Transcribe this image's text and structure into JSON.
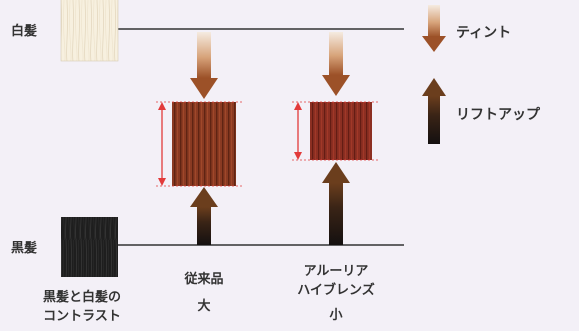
{
  "labels": {
    "white_hair": "白髪",
    "black_hair": "黒髪",
    "contrast_line1": "黒髪と白髪の",
    "contrast_line2": "コントラスト",
    "conventional": "従来品",
    "conventional_size": "大",
    "product_line1": "アルーリア",
    "product_line2": "ハイブレンズ",
    "product_size": "小",
    "tint": "ティント",
    "lift_up": "リフトアップ"
  },
  "colors": {
    "background": "#f3f0f7",
    "tint_arrow_top": "#f2e2d2",
    "tint_arrow_bottom": "#a0552c",
    "lift_arrow_top": "#5a3418",
    "lift_arrow_bottom": "#18110c",
    "conventional_swatch": "#8a3a22",
    "product_swatch": "#8a2e22",
    "measure_red": "#e23a3a",
    "white_hair_swatch": "#f6eedb",
    "black_hair_swatch": "#1c1c1c"
  }
}
